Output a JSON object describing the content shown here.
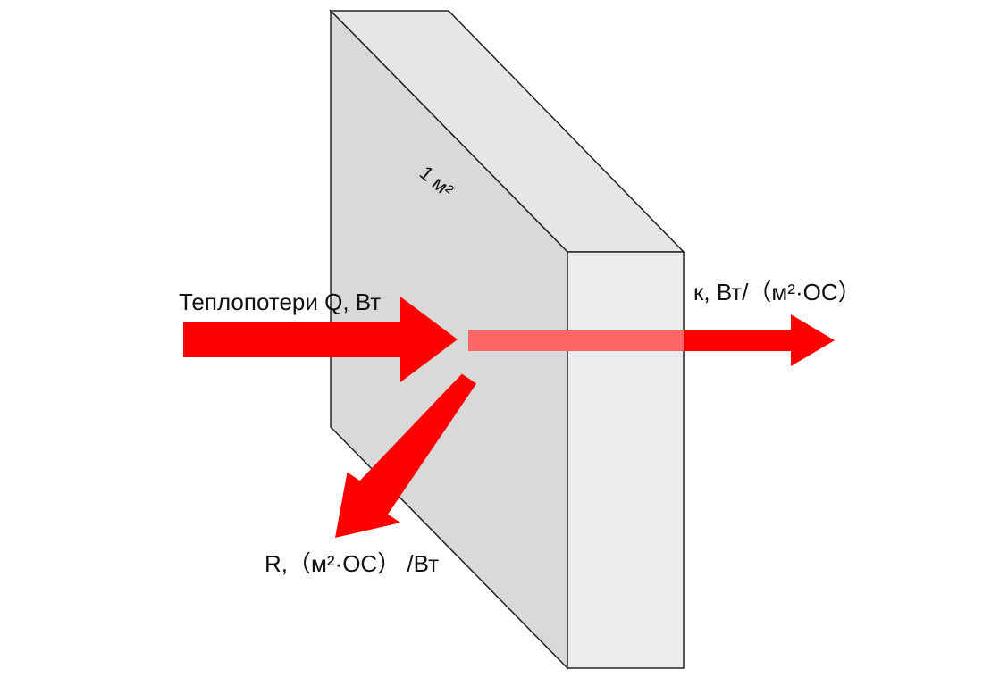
{
  "colors": {
    "wall_front": "#d9d9d9",
    "wall_top": "#e6e6e6",
    "wall_side": "#ececec",
    "wall_edge": "#222222",
    "arrow": "#ff0000",
    "beam": "#ff6666"
  },
  "labels": {
    "area": "1 м²",
    "heat_loss": "Теплопотери Q, Вт",
    "transmittance": "к,  Вт/（м²·ОС）",
    "resistance": "R,（м²·ОС） /Вт"
  }
}
